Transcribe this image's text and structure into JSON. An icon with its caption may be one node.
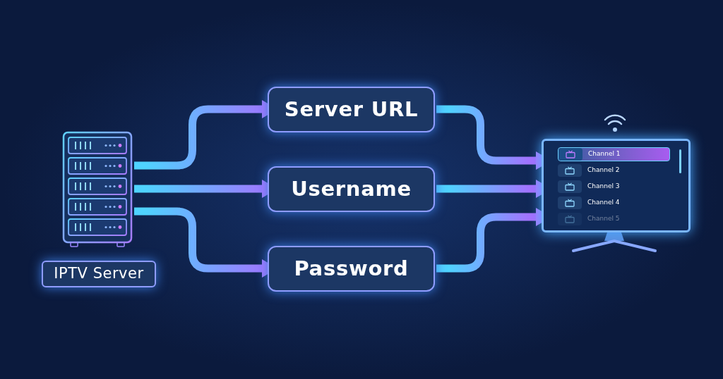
{
  "diagram": {
    "nodes": [
      {
        "text": [],
        "shape": "picture"
      },
      {
        "text": [
          "IPTV Server"
        ]
      },
      {
        "text": [
          "Server URL"
        ]
      },
      {
        "text": [
          "Username"
        ]
      },
      {
        "text": [
          "Password"
        ]
      },
      {
        "text": [
          "Channel 1",
          "Channel 2",
          "Channel 3",
          "Channel 4",
          "Channel 5"
        ]
      }
    ],
    "edges": [
      {
        "from": 0,
        "to": 2,
        "arrow": "to"
      },
      {
        "from": 0,
        "to": 3,
        "arrow": "to"
      },
      {
        "from": 0,
        "to": 4,
        "arrow": "to"
      },
      {
        "from": 2,
        "to": 5,
        "arrow": "to"
      },
      {
        "from": 3,
        "to": 5,
        "arrow": "to"
      },
      {
        "from": 4,
        "to": 5,
        "arrow": "to"
      }
    ]
  }
}
